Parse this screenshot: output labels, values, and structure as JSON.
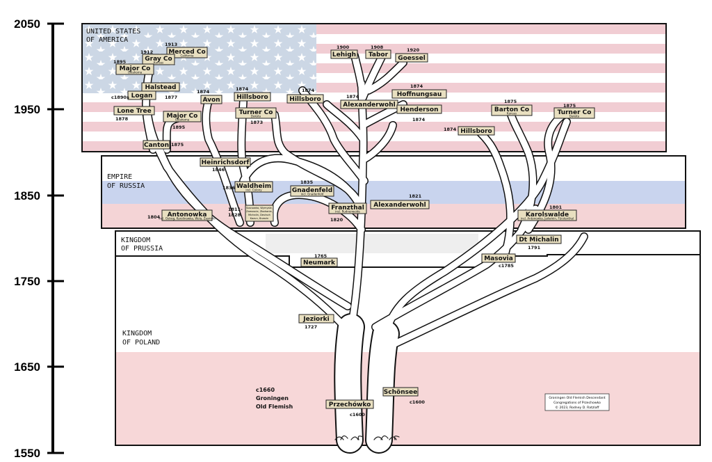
{
  "axis": {
    "ticks": [
      "2050",
      "1950",
      "1850",
      "1750",
      "1650",
      "1550"
    ]
  },
  "regions": {
    "usa": [
      "UNITED STATES",
      "OF AMERICA"
    ],
    "russia": [
      "EMPIRE",
      "OF RUSSIA"
    ],
    "prussia": [
      "KINGDOM",
      "OF PRUSSIA"
    ],
    "poland": [
      "KINGDOM",
      "OF POLAND"
    ]
  },
  "colors": {
    "flag_blue": "#ccd7e5",
    "flag_red_stripe": "#f1cdd3",
    "russia_blue": "#c9d4ee",
    "russia_red": "#f4d4d6",
    "poland_red": "#f7d7d8",
    "label_fill": "#e8dfc0"
  },
  "labels": {
    "merced": {
      "name": "Merced Co",
      "sub": "California",
      "year": "1913"
    },
    "gray": {
      "name": "Gray Co",
      "sub": "Kansas",
      "year": "1912"
    },
    "major_ok": {
      "name": "Major Co",
      "sub": "Oklahoma",
      "year": "1895"
    },
    "halstead": {
      "name": "Halstead",
      "year": "1877"
    },
    "logan": {
      "name": "Logan",
      "year": "c1890s"
    },
    "lonetree": {
      "name": "Lone Tree",
      "year": "1878"
    },
    "major_ok2": {
      "name": "Major Co",
      "sub": "Oklahoma",
      "year": "1895"
    },
    "canton": {
      "name": "Canton",
      "year": "1875"
    },
    "avon": {
      "name": "Avon",
      "year": "1874"
    },
    "hillsboro_a": {
      "name": "Hillsboro",
      "year": "1874"
    },
    "turner_a": {
      "name": "Turner Co",
      "sub": "Dakota",
      "year": "1873"
    },
    "hillsboro_b": {
      "name": "Hillsboro",
      "year": "1874"
    },
    "lehigh": {
      "name": "Lehigh",
      "year": "1900"
    },
    "tabor": {
      "name": "Tabor",
      "year": "1908"
    },
    "goessel": {
      "name": "Goessel",
      "year": "1920"
    },
    "hoffnungsau": {
      "name": "Hoffnungsau",
      "year": "1874"
    },
    "alex_us": {
      "name": "Alexanderwohl",
      "year": "1874"
    },
    "henderson": {
      "name": "Henderson",
      "year": "1874"
    },
    "barton": {
      "name": "Barton Co",
      "sub": "Kansas",
      "year": "1875"
    },
    "turner_b": {
      "name": "Turner Co",
      "sub": "Dakota",
      "year": "1875"
    },
    "hillsboro_c": {
      "name": "Hillsboro",
      "year": "1874"
    },
    "heinrichsdorf": {
      "name": "Heinrichsdorf",
      "year": "1846"
    },
    "waldheim": {
      "name": "Waldheim",
      "sub": "incl. Colony",
      "year": "1836"
    },
    "gnadenfeld": {
      "name": "Gnadenfeld",
      "sub": "incl. Gnadenfeld",
      "year": "1835"
    },
    "franzthal": {
      "name": "Franzthal",
      "sub": "incl. Rudnerweide",
      "year": "1820"
    },
    "alex_ru": {
      "name": "Alexanderwohl",
      "year": "1821"
    },
    "antonowka": {
      "name": "Antonowka",
      "sub": "incl. Ostrog, Karolinowka, Wola, Zasmyki",
      "year": "1804"
    },
    "villages": {
      "lines": [
        "Sosnowka, Wymysle,",
        "Zamoscie, Zbohanie,",
        "Michalin, Deutsch",
        "Kazun, Brzezin"
      ],
      "year": "1811-\n1828"
    },
    "karolswalde": {
      "name": "Karolswalde",
      "sub": "incl. Antonowka, Jadwinin, Fürstenthal",
      "year": "1801"
    },
    "michalin": {
      "name": "Dt Michalin",
      "year": "1791"
    },
    "neumark": {
      "name": "Neumark",
      "year": "1765"
    },
    "masovia": {
      "name": "Masovia",
      "year": "c1785"
    },
    "jeziorki": {
      "name": "Jeziorki",
      "year": "1727"
    },
    "przechowko": {
      "name": "Przechówko",
      "year": "c1600"
    },
    "schonsee": {
      "name": "Schönsee",
      "year": "c1600"
    }
  },
  "origin_text": [
    "c1660",
    "Groningen",
    "Old Flemish"
  ],
  "credit": [
    "Groningen Old Flemish Descendant",
    "Congregations of Przechowko",
    "© 2023, Rodney D. Ratzlaff"
  ]
}
